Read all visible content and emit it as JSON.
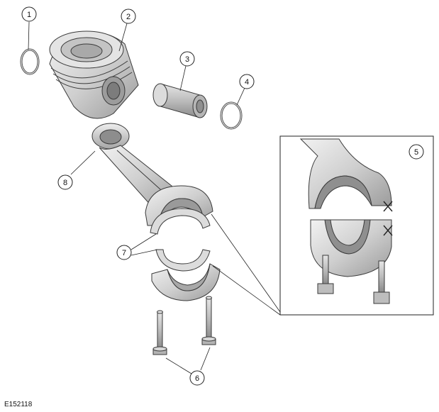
{
  "figure_ref": "E152118",
  "callouts": [
    {
      "label": "1"
    },
    {
      "label": "2"
    },
    {
      "label": "3"
    },
    {
      "label": "4"
    },
    {
      "label": "5"
    },
    {
      "label": "6"
    },
    {
      "label": "7"
    },
    {
      "label": "8"
    }
  ],
  "colors": {
    "part_light": "#d8d8d8",
    "part_mid": "#bdbdbd",
    "part_dark": "#8e8e8e",
    "line": "#222222",
    "mark": "#222222"
  }
}
